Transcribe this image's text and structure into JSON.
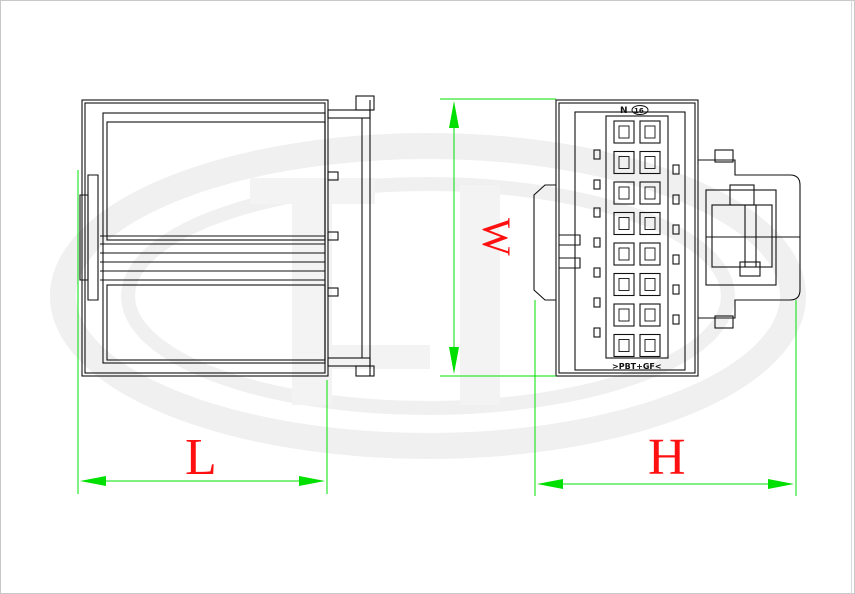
{
  "drawing": {
    "dimensions": {
      "length_label": "L",
      "width_label": "W",
      "height_label": "H"
    },
    "markings": {
      "cavity_marker": "N",
      "cavity_number": "16",
      "material": ">PBT+GF<"
    },
    "cavity_grid": {
      "rows": 8,
      "columns": 2
    },
    "colors": {
      "line": "#111111",
      "dimension_line": "#00e000",
      "dimension_text": "#ff1010",
      "watermark": "#f0f0f0",
      "frame": "#c8c8c8"
    }
  }
}
